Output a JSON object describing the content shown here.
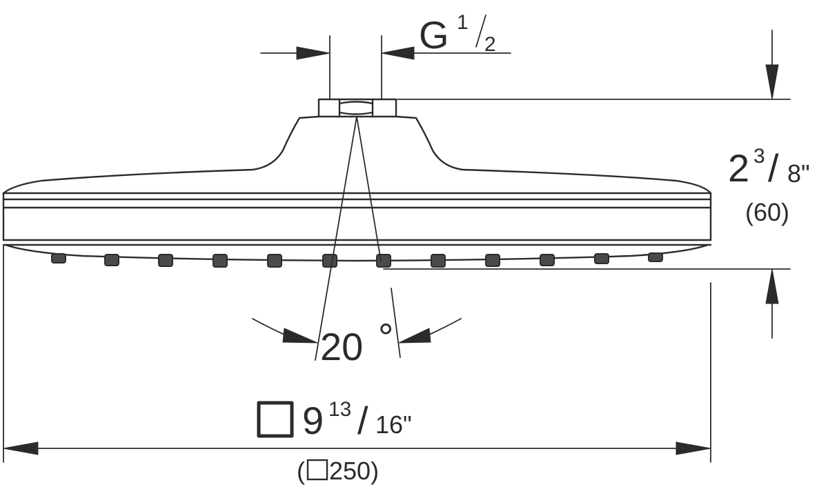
{
  "thread": {
    "main": "G",
    "num": "1",
    "den": "2"
  },
  "height": {
    "whole": "2",
    "num": "3",
    "slash": "/",
    "den": "8\"",
    "metric": "(60)"
  },
  "angle": {
    "value": "20",
    "unit": "°"
  },
  "width": {
    "whole": "9",
    "num": "13",
    "slash": "/",
    "den": "16\"",
    "metric_open": "(",
    "metric_value": "250)"
  },
  "icons": [
    "square-symbol-icon"
  ]
}
